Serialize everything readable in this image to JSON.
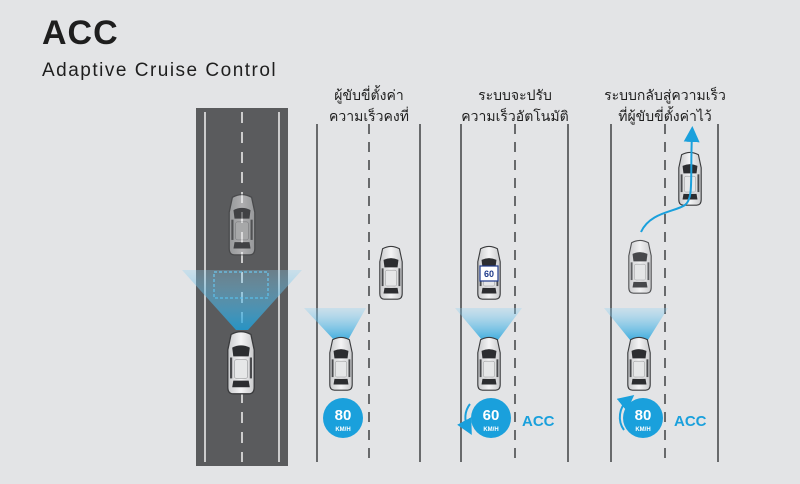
{
  "header": {
    "title": "ACC",
    "subtitle": "Adaptive Cruise Control"
  },
  "panels": [
    {
      "caption_line1": "ผู้ขับขี่ตั้งค่า",
      "caption_line2": "ความเร็วคงที่",
      "speed": "80",
      "unit": "KM/H",
      "acc": ""
    },
    {
      "caption_line1": "ระบบจะปรับ",
      "caption_line2": "ความเร็วอัตโนมัติ",
      "speed": "60",
      "unit": "KM/H",
      "acc": "ACC",
      "car_badge": "60"
    },
    {
      "caption_line1": "ระบบกลับสู่ความเร็ว",
      "caption_line2": "ที่ผู้ขับขี่ตั้งค่าไว้",
      "speed": "80",
      "unit": "KM/H",
      "acc": "ACC"
    }
  ],
  "colors": {
    "background": "#e3e4e6",
    "road_dark": "#5a5b5d",
    "accent_blue": "#1aa0dc",
    "text": "#1e1e1e"
  }
}
